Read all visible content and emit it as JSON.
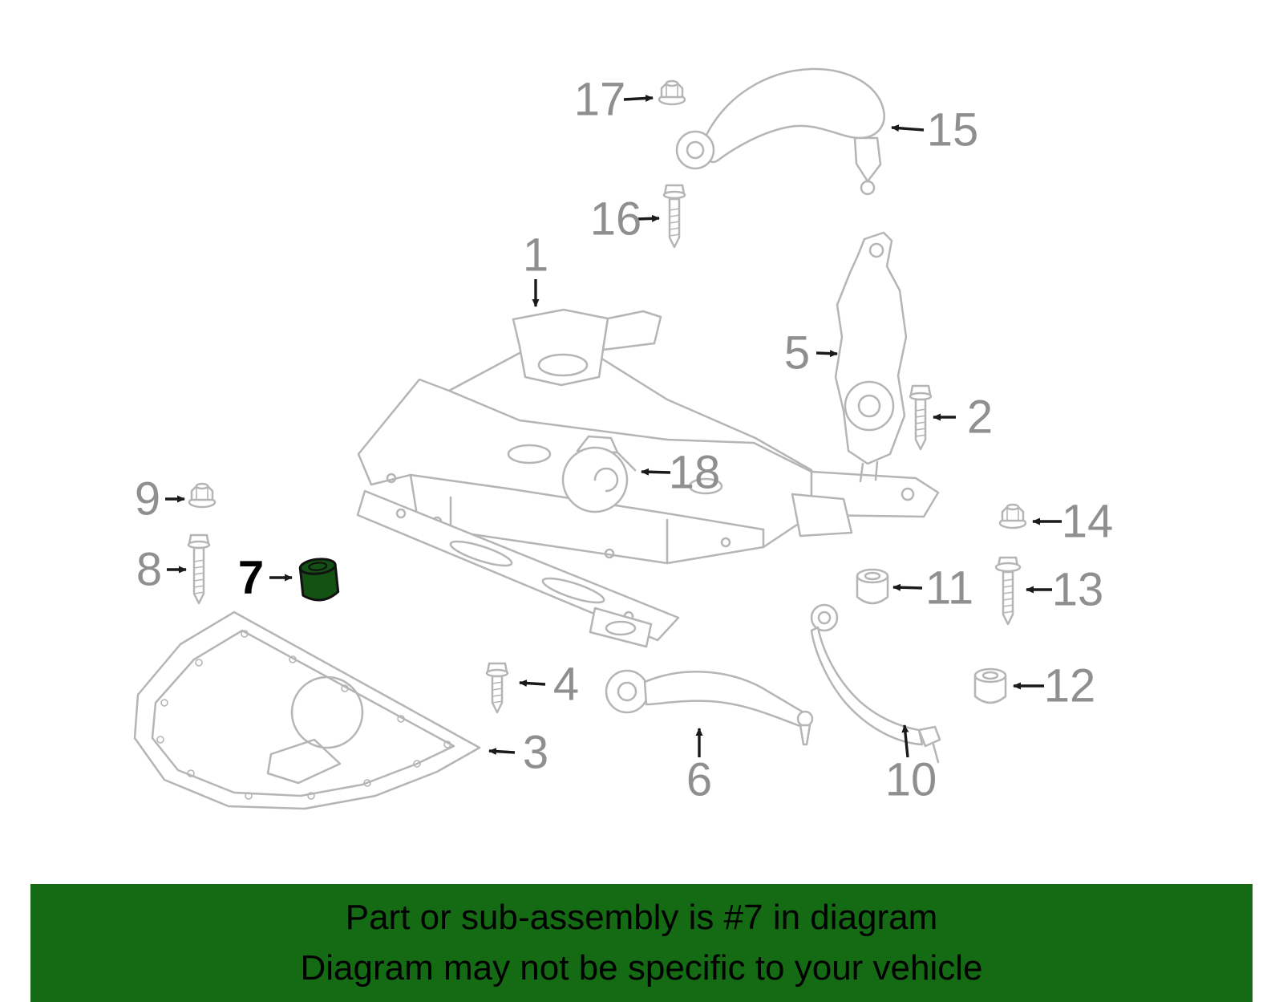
{
  "colors": {
    "line_gray": "#b5b5b5",
    "label_gray": "#8f8f8f",
    "arrow_black": "#1a1a1a",
    "highlight_green": "#145214",
    "banner_green": "#146b14",
    "banner_text": "#000000"
  },
  "diagram": {
    "highlighted_callout": "7",
    "callouts": [
      {
        "label": "1"
      },
      {
        "label": "2"
      },
      {
        "label": "3"
      },
      {
        "label": "4"
      },
      {
        "label": "5"
      },
      {
        "label": "6"
      },
      {
        "label": "7"
      },
      {
        "label": "8"
      },
      {
        "label": "9"
      },
      {
        "label": "10"
      },
      {
        "label": "11"
      },
      {
        "label": "12"
      },
      {
        "label": "13"
      },
      {
        "label": "14"
      },
      {
        "label": "15"
      },
      {
        "label": "16"
      },
      {
        "label": "17"
      },
      {
        "label": "18"
      }
    ]
  },
  "banner": {
    "line1": "Part or sub-assembly is #7 in diagram",
    "line2": "Diagram may not be specific to your vehicle"
  }
}
